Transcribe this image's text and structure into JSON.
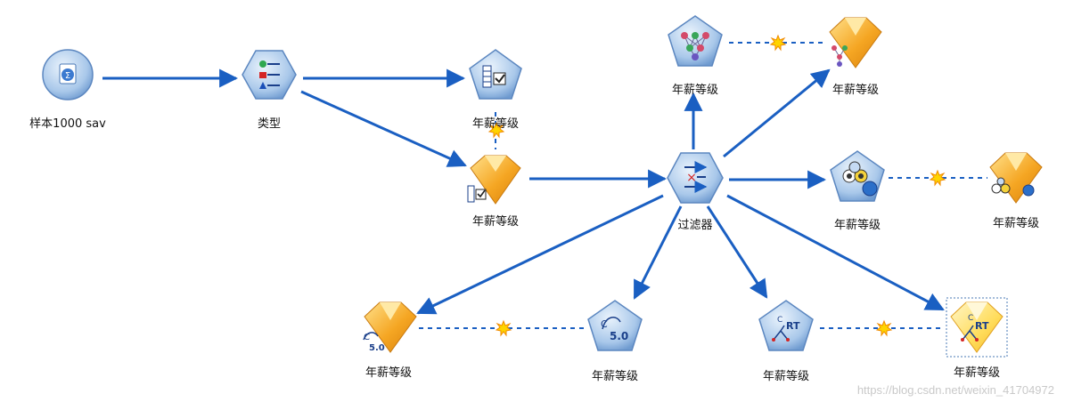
{
  "nodes": {
    "source": {
      "label": "样本1000 sav",
      "icon": "sav-source-icon"
    },
    "type": {
      "label": "类型",
      "icon": "type-node-icon"
    },
    "type_table": {
      "label": "年薪等级",
      "icon": "type-table-icon"
    },
    "model1": {
      "label": "年薪等级",
      "icon": "model-nugget-icon"
    },
    "filter": {
      "label": "过滤器",
      "icon": "filter-node-icon"
    },
    "nn": {
      "label": "年薪等级",
      "icon": "neural-net-icon"
    },
    "nn_model": {
      "label": "年薪等级",
      "icon": "neural-net-nugget-icon"
    },
    "cluster": {
      "label": "年薪等级",
      "icon": "cluster-node-icon"
    },
    "cluster_model": {
      "label": "年薪等级",
      "icon": "cluster-nugget-icon"
    },
    "c50_model": {
      "label": "年薪等级",
      "icon": "c50-nugget-icon"
    },
    "c50": {
      "label": "年薪等级",
      "icon": "c50-node-icon"
    },
    "cart": {
      "label": "年薪等级",
      "icon": "cart-node-icon"
    },
    "cart_model": {
      "label": "年薪等级",
      "icon": "cart-nugget-icon"
    }
  },
  "icon_text": {
    "c50": "5.0",
    "c_letter": "C",
    "rt": "RT"
  },
  "watermark": "https://blog.csdn.net/weixin_41704972",
  "colors": {
    "edge": "#1a5fc2",
    "node": "#b9d3ee",
    "nugget": "#f5a623",
    "link": "#1a5fc2",
    "spark": "#ffd400"
  }
}
